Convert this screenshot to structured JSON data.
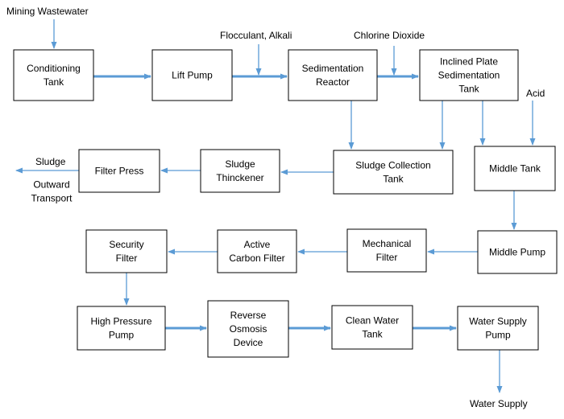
{
  "colors": {
    "arrow": "#5b9bd5",
    "box_stroke": "#000000",
    "text": "#000000"
  },
  "diagram": {
    "nodes": {
      "conditioning_tank": [
        "Conditioning",
        "Tank"
      ],
      "lift_pump": [
        "Lift Pump"
      ],
      "sedimentation_reactor": [
        "Sedimentation",
        "Reactor"
      ],
      "inclined_plate": [
        "Inclined Plate",
        "Sedimentation",
        "Tank"
      ],
      "middle_tank": [
        "Middle Tank"
      ],
      "sludge_collection": [
        "Sludge Collection",
        "Tank"
      ],
      "sludge_thickener": [
        "Sludge",
        "Thinckener"
      ],
      "filter_press": [
        "Filter Press"
      ],
      "middle_pump": [
        "Middle Pump"
      ],
      "mechanical_filter": [
        "Mechanical",
        "Filter"
      ],
      "active_carbon": [
        "Active",
        "Carbon Filter"
      ],
      "security_filter": [
        "Security",
        "Filter"
      ],
      "high_pressure_pump": [
        "High Pressure",
        "Pump"
      ],
      "reverse_osmosis": [
        "Reverse",
        "Osmosis",
        "Device"
      ],
      "clean_water_tank": [
        "Clean Water",
        "Tank"
      ],
      "water_supply_pump": [
        "Water Supply",
        "Pump"
      ]
    },
    "labels": {
      "mining_wastewater": "Mining Wastewater",
      "flocculant_alkali": "Flocculant, Alkali",
      "chlorine_dioxide": "Chlorine Dioxide",
      "acid": "Acid",
      "sludge": "Sludge",
      "outward_transport": [
        "Outward",
        "Transport"
      ],
      "water_supply": "Water Supply"
    }
  }
}
